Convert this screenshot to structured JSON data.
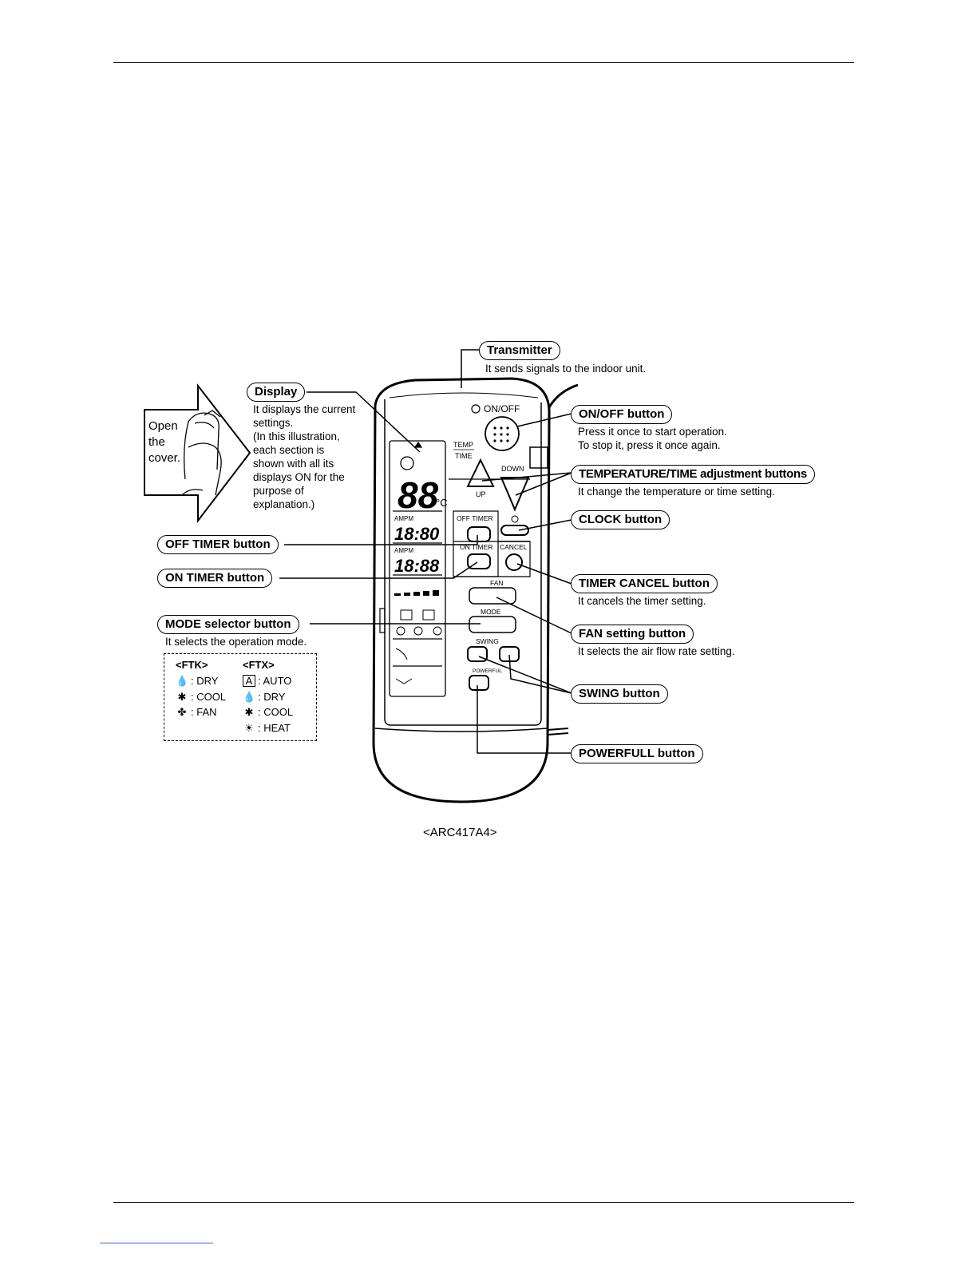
{
  "caption": "<ARC417A4>",
  "cover": {
    "text": [
      "Open",
      "the",
      "cover."
    ]
  },
  "callouts": {
    "transmitter": {
      "label": "Transmitter",
      "desc": [
        "It sends signals to the indoor unit."
      ]
    },
    "display": {
      "label": "Display",
      "desc": [
        "It displays the current",
        "settings.",
        "(In this illustration,",
        "each section is",
        "shown with all its",
        "displays ON for the",
        "purpose of",
        "explanation.)"
      ]
    },
    "onoff": {
      "label": "ON/OFF button",
      "desc": [
        "Press it once to start operation.",
        "To stop it, press it once again."
      ]
    },
    "temp": {
      "label": "TEMPERATURE/TIME adjustment buttons",
      "desc": [
        "It change the temperature or time setting."
      ]
    },
    "clock": {
      "label": "CLOCK button",
      "desc": []
    },
    "offtimer": {
      "label": "OFF TIMER button",
      "desc": []
    },
    "ontimer": {
      "label": "ON TIMER button",
      "desc": []
    },
    "timercancel": {
      "label": "TIMER CANCEL button",
      "desc": [
        "It cancels the timer setting."
      ]
    },
    "mode": {
      "label": "MODE selector button",
      "desc": [
        "It selects the operation mode."
      ]
    },
    "fan": {
      "label": "FAN setting button",
      "desc": [
        "It selects the air flow rate setting."
      ]
    },
    "swing": {
      "label": "SWING button",
      "desc": []
    },
    "powerful": {
      "label": "POWERFULL button",
      "desc": []
    }
  },
  "remote": {
    "onoff_label": "ON/OFF",
    "temp_label": "TEMP",
    "time_label": "TIME",
    "up_label": "UP",
    "down_label": "DOWN",
    "off_timer_label": "OFF TIMER",
    "on_timer_label": "ON TIMER",
    "cancel_label": "CANCEL",
    "fan_label": "FAN",
    "mode_label": "MODE",
    "swing_label": "SWING",
    "powerful_label": "POWERFUL",
    "display_temp": "88",
    "display_unit": "°C",
    "display_timer1": "18:80",
    "display_timer2": "18:88",
    "display_ampm": "AMPM"
  },
  "legend": {
    "ftk": {
      "header": "<FTK>",
      "items": [
        {
          "icon": "dry-icon",
          "glyph": "💧",
          "label": ": DRY"
        },
        {
          "icon": "cool-icon",
          "glyph": "✱",
          "label": ": COOL"
        },
        {
          "icon": "fan-icon",
          "glyph": "✤",
          "label": ": FAN"
        }
      ]
    },
    "ftx": {
      "header": "<FTX>",
      "items": [
        {
          "icon": "auto-icon",
          "glyph": "A",
          "label": ": AUTO"
        },
        {
          "icon": "dry-icon",
          "glyph": "💧",
          "label": ": DRY"
        },
        {
          "icon": "cool-icon",
          "glyph": "✱",
          "label": ": COOL"
        },
        {
          "icon": "heat-icon",
          "glyph": "☀",
          "label": ": HEAT"
        }
      ]
    }
  }
}
